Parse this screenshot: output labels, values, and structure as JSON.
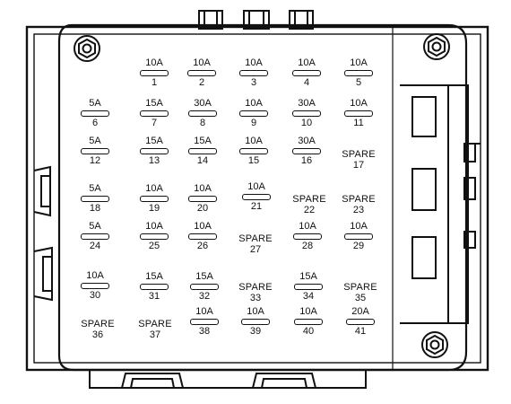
{
  "fuses": [
    {
      "id": "1",
      "rating": "10A"
    },
    {
      "id": "2",
      "rating": "10A"
    },
    {
      "id": "3",
      "rating": "10A"
    },
    {
      "id": "4",
      "rating": "10A"
    },
    {
      "id": "5",
      "rating": "10A"
    },
    {
      "id": "6",
      "rating": "5A"
    },
    {
      "id": "7",
      "rating": "15A"
    },
    {
      "id": "8",
      "rating": "30A"
    },
    {
      "id": "9",
      "rating": "10A"
    },
    {
      "id": "10",
      "rating": "30A"
    },
    {
      "id": "11",
      "rating": "10A"
    },
    {
      "id": "12",
      "rating": "5A"
    },
    {
      "id": "13",
      "rating": "15A"
    },
    {
      "id": "14",
      "rating": "15A"
    },
    {
      "id": "15",
      "rating": "10A"
    },
    {
      "id": "16",
      "rating": "30A"
    },
    {
      "id": "17",
      "rating": "SPARE"
    },
    {
      "id": "18",
      "rating": "5A"
    },
    {
      "id": "19",
      "rating": "10A"
    },
    {
      "id": "20",
      "rating": "10A"
    },
    {
      "id": "21",
      "rating": "10A"
    },
    {
      "id": "22",
      "rating": "SPARE"
    },
    {
      "id": "23",
      "rating": "SPARE"
    },
    {
      "id": "24",
      "rating": "5A"
    },
    {
      "id": "25",
      "rating": "10A"
    },
    {
      "id": "26",
      "rating": "10A"
    },
    {
      "id": "27",
      "rating": "SPARE"
    },
    {
      "id": "28",
      "rating": "10A"
    },
    {
      "id": "29",
      "rating": "10A"
    },
    {
      "id": "30",
      "rating": "10A"
    },
    {
      "id": "31",
      "rating": "15A"
    },
    {
      "id": "32",
      "rating": "15A"
    },
    {
      "id": "33",
      "rating": "SPARE"
    },
    {
      "id": "34",
      "rating": "15A"
    },
    {
      "id": "35",
      "rating": "SPARE"
    },
    {
      "id": "36",
      "rating": "SPARE"
    },
    {
      "id": "37",
      "rating": "SPARE"
    },
    {
      "id": "38",
      "rating": "10A"
    },
    {
      "id": "39",
      "rating": "10A"
    },
    {
      "id": "40",
      "rating": "10A"
    },
    {
      "id": "41",
      "rating": "20A"
    }
  ]
}
